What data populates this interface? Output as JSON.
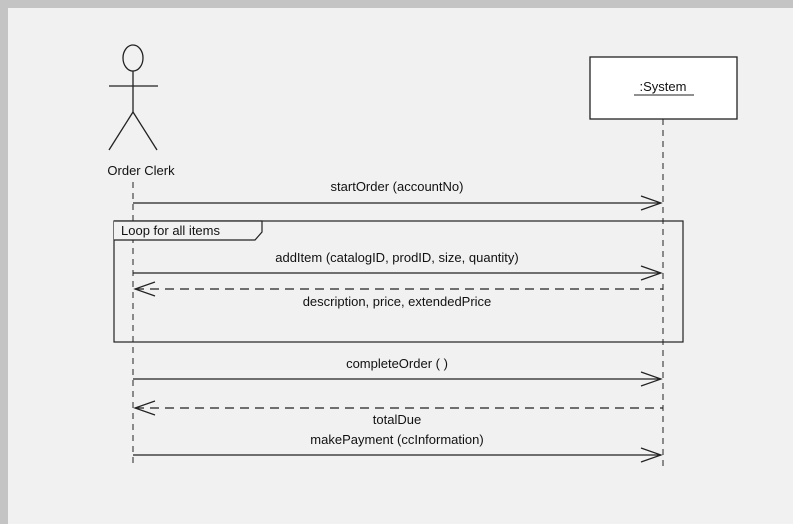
{
  "diagram": {
    "actor": {
      "name": "Order Clerk"
    },
    "system": {
      "name": ":System"
    },
    "loop": {
      "label": "Loop for all items"
    },
    "messages": [
      {
        "label": "startOrder (accountNo)",
        "kind": "call"
      },
      {
        "label": "addItem (catalogID, prodID, size, quantity)",
        "kind": "call"
      },
      {
        "label": "description, price, extendedPrice",
        "kind": "return"
      },
      {
        "label": "completeOrder ( )",
        "kind": "call"
      },
      {
        "label": "totalDue",
        "kind": "return"
      },
      {
        "label": "makePayment (ccInformation)",
        "kind": "call"
      }
    ]
  }
}
